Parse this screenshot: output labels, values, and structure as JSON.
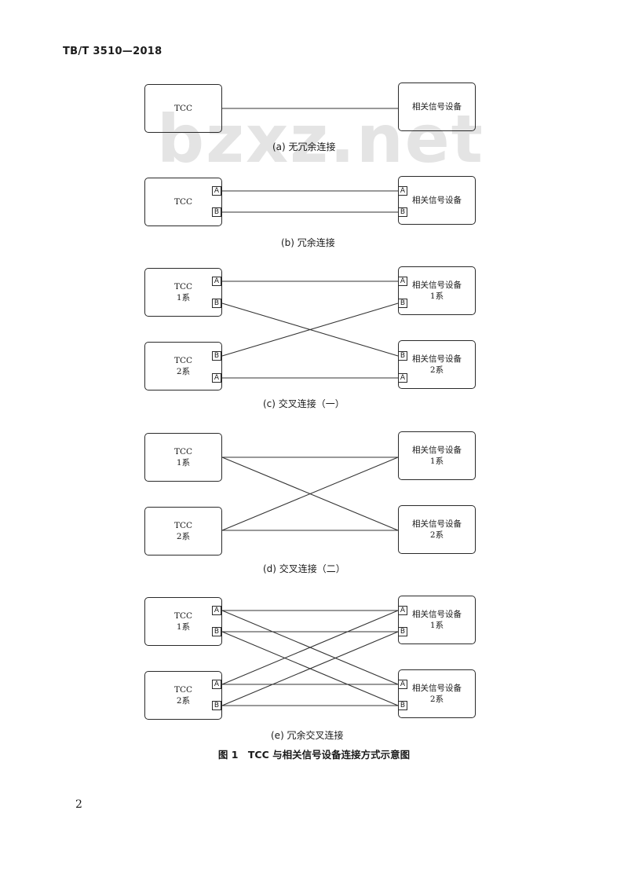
{
  "header": "TB/T 3510—2018",
  "watermark": "bzxz.net",
  "page_number": "2",
  "figure_title": "图 1　TCC 与相关信号设备连接方式示意图",
  "port_labels": {
    "a": "A",
    "b": "B"
  },
  "diagrams": {
    "a": {
      "caption": "(a)  无冗余连接",
      "left_box": [
        "TCC"
      ],
      "right_box": [
        "相关信号设备"
      ]
    },
    "b": {
      "caption": "(b)  冗余连接",
      "left_box": [
        "TCC"
      ],
      "right_box": [
        "相关信号设备"
      ]
    },
    "c": {
      "caption": "(c)  交叉连接（一）",
      "left_top": [
        "TCC",
        "1系"
      ],
      "left_bottom": [
        "TCC",
        "2系"
      ],
      "right_top": [
        "相关信号设备",
        "1系"
      ],
      "right_bottom": [
        "相关信号设备",
        "2系"
      ]
    },
    "d": {
      "caption": "(d)  交叉连接（二）",
      "left_top": [
        "TCC",
        "1系"
      ],
      "left_bottom": [
        "TCC",
        "2系"
      ],
      "right_top": [
        "相关信号设备",
        "1系"
      ],
      "right_bottom": [
        "相关信号设备",
        "2系"
      ]
    },
    "e": {
      "caption": "(e)  冗余交叉连接",
      "left_top": [
        "TCC",
        "1系"
      ],
      "left_bottom": [
        "TCC",
        "2系"
      ],
      "right_top": [
        "相关信号设备",
        "1系"
      ],
      "right_bottom": [
        "相关信号设备",
        "2系"
      ]
    }
  }
}
